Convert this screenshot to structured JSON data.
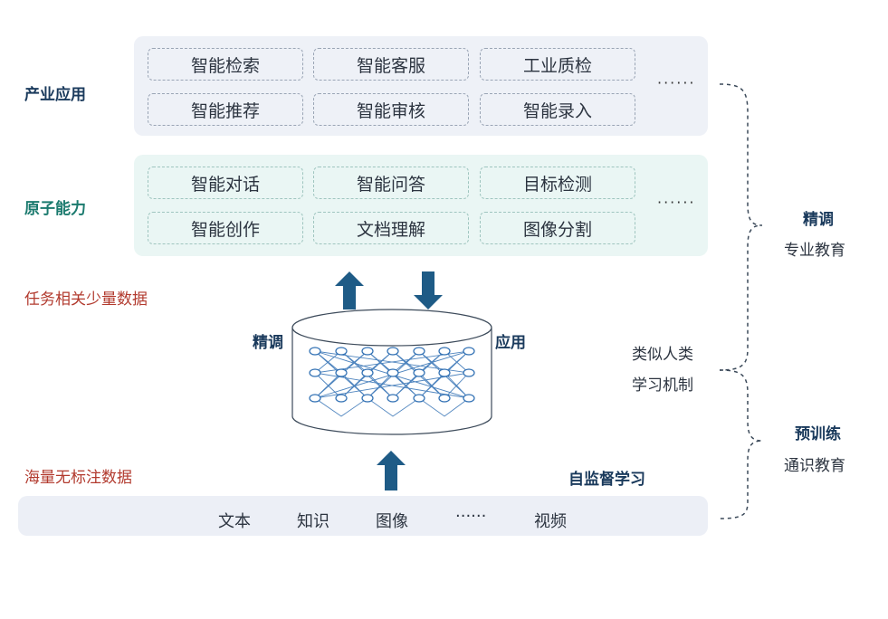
{
  "layers": {
    "industry": {
      "label": "产业应用",
      "items": [
        "智能检索",
        "智能客服",
        "工业质检",
        "智能推荐",
        "智能审核",
        "智能录入"
      ],
      "more": "······"
    },
    "atomic": {
      "label": "原子能力",
      "items": [
        "智能对话",
        "智能问答",
        "目标检测",
        "智能创作",
        "文档理解",
        "图像分割"
      ],
      "more": "······"
    }
  },
  "task_data_label": "任务相关少量数据",
  "massive_data_label": "海量无标注数据",
  "model": {
    "left_label": "精调",
    "right_label": "应用"
  },
  "self_supervised_label": "自监督学习",
  "data_sources": {
    "items": [
      "文本",
      "知识",
      "图像",
      "······",
      "视频"
    ]
  },
  "right_side": {
    "finetune_title": "精调",
    "finetune_sub": "专业教育",
    "mechanism_line1": "类似人类",
    "mechanism_line2": "学习机制",
    "pretrain_title": "预训练",
    "pretrain_sub": "通识教育"
  },
  "colors": {
    "arrow": "#1e5b86",
    "net_line": "#2f6fb3",
    "label_red": "#b23a2e",
    "label_dark": "#1a3a5c"
  }
}
